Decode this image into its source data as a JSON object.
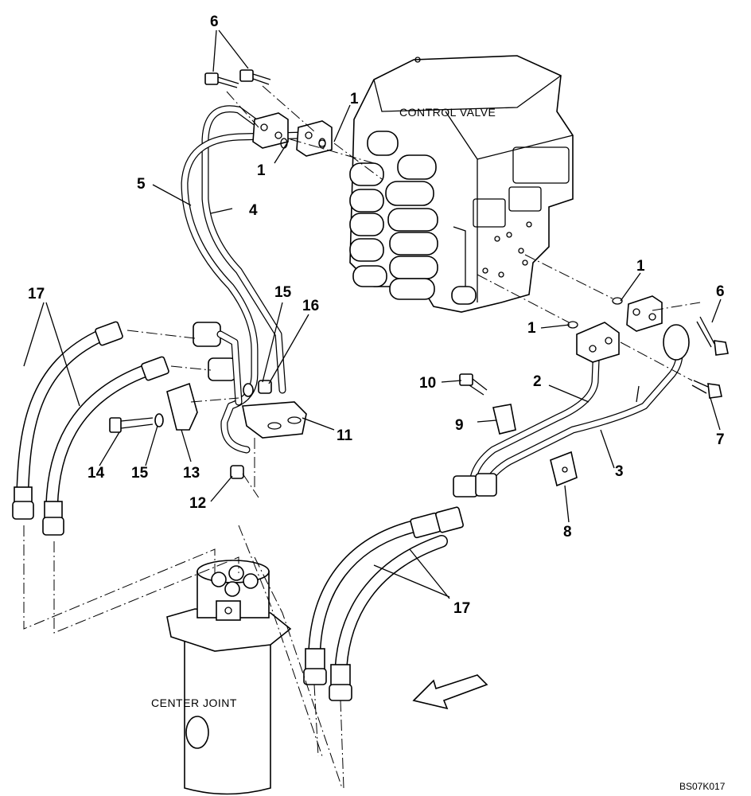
{
  "drawing_code": "BS07K017",
  "captions": {
    "control_valve": "CONTROL VALVE",
    "center_joint": "CENTER JOINT"
  },
  "callouts": [
    {
      "id": "c1a",
      "text": "1"
    },
    {
      "id": "c1b",
      "text": "1"
    },
    {
      "id": "c1c",
      "text": "1"
    },
    {
      "id": "c1d",
      "text": "1"
    },
    {
      "id": "c2",
      "text": "2"
    },
    {
      "id": "c3",
      "text": "3"
    },
    {
      "id": "c4",
      "text": "4"
    },
    {
      "id": "c5",
      "text": "5"
    },
    {
      "id": "c6a",
      "text": "6"
    },
    {
      "id": "c6b",
      "text": "6"
    },
    {
      "id": "c7",
      "text": "7"
    },
    {
      "id": "c8",
      "text": "8"
    },
    {
      "id": "c9",
      "text": "9"
    },
    {
      "id": "c10",
      "text": "10"
    },
    {
      "id": "c11",
      "text": "11"
    },
    {
      "id": "c12",
      "text": "12"
    },
    {
      "id": "c13",
      "text": "13"
    },
    {
      "id": "c14",
      "text": "14"
    },
    {
      "id": "c15a",
      "text": "15"
    },
    {
      "id": "c15b",
      "text": "15"
    },
    {
      "id": "c16",
      "text": "16"
    },
    {
      "id": "c17a",
      "text": "17"
    },
    {
      "id": "c17b",
      "text": "17"
    }
  ]
}
